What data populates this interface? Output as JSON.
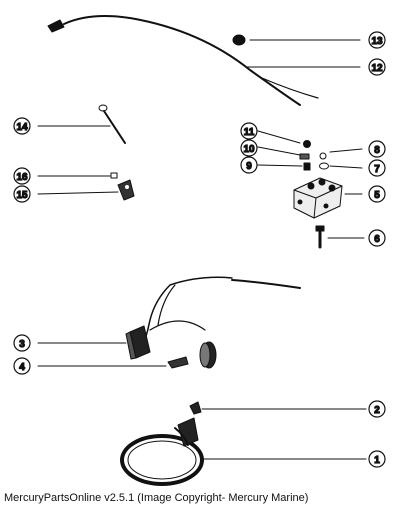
{
  "callouts": [
    "1",
    "2",
    "3",
    "4",
    "5",
    "6",
    "7",
    "8",
    "9",
    "10",
    "11",
    "12",
    "13",
    "14",
    "15",
    "16"
  ],
  "footer": "MercuryPartsOnline v2.5.1 (Image Copyright- Mercury Marine)",
  "colors": {
    "ink": "#111111",
    "paper": "#ffffff"
  }
}
